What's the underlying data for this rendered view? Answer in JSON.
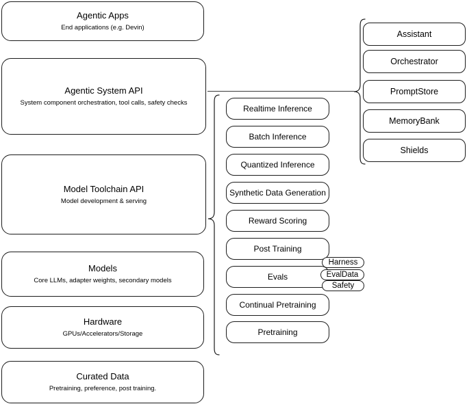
{
  "diagram": {
    "title": "LLM Stack Architecture Diagram",
    "stroke_color": "#1a1a1a",
    "background_color": "#ffffff"
  },
  "layers": [
    {
      "name": "agentic-apps",
      "title": "Agentic Apps",
      "subtitle": "End applications (e.g. Devin)"
    },
    {
      "name": "agentic-system-api",
      "title": "Agentic System API",
      "subtitle": "System component orchestration, tool calls, safety checks"
    },
    {
      "name": "model-toolchain-api",
      "title": "Model Toolchain API",
      "subtitle": "Model development & serving"
    },
    {
      "name": "models",
      "title": "Models",
      "subtitle": "Core LLMs, adapter weights, secondary models"
    },
    {
      "name": "hardware",
      "title": "Hardware",
      "subtitle": "GPUs/Accelerators/Storage"
    },
    {
      "name": "curated-data",
      "title": "Curated Data",
      "subtitle": "Pretraining, preference, post training."
    }
  ],
  "toolchain_components": [
    {
      "name": "realtime-inference",
      "title": "Realtime Inference"
    },
    {
      "name": "batch-inference",
      "title": "Batch Inference"
    },
    {
      "name": "quantized-inference",
      "title": "Quantized Inference"
    },
    {
      "name": "synthetic-data-generation",
      "title": "Synthetic Data Generation"
    },
    {
      "name": "reward-scoring",
      "title": "Reward Scoring"
    },
    {
      "name": "post-training",
      "title": "Post Training"
    },
    {
      "name": "evals",
      "title": "Evals"
    },
    {
      "name": "continual-pretraining",
      "title": "Continual Pretraining"
    },
    {
      "name": "pretraining",
      "title": "Pretraining"
    }
  ],
  "evals_badges": [
    {
      "name": "harness",
      "title": "Harness"
    },
    {
      "name": "evaldata",
      "title": "EvalData"
    },
    {
      "name": "safety",
      "title": "Safety"
    }
  ],
  "agentic_components": [
    {
      "name": "assistant",
      "title": "Assistant"
    },
    {
      "name": "orchestrator",
      "title": "Orchestrator"
    },
    {
      "name": "promptstore",
      "title": "PromptStore"
    },
    {
      "name": "memorybank",
      "title": "MemoryBank"
    },
    {
      "name": "shields",
      "title": "Shields"
    }
  ]
}
